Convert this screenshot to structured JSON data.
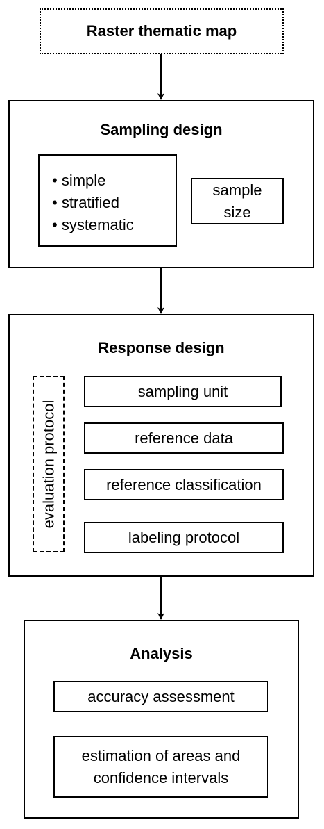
{
  "raster_map": {
    "label": "Raster thematic map"
  },
  "sampling_design": {
    "title": "Sampling design",
    "methods": [
      "• simple",
      "• stratified",
      "• systematic"
    ],
    "sample_size": [
      "sample",
      "size"
    ]
  },
  "response_design": {
    "title": "Response design",
    "evaluation_protocol": "evaluation protocol",
    "steps": [
      "sampling unit",
      "reference data",
      "reference classification",
      "labeling protocol"
    ]
  },
  "analysis": {
    "title": "Analysis",
    "accuracy": "accuracy assessment",
    "estimation": [
      "estimation of areas and",
      "confidence intervals"
    ]
  },
  "colors": {
    "stroke": "#000000",
    "background": "#ffffff"
  }
}
